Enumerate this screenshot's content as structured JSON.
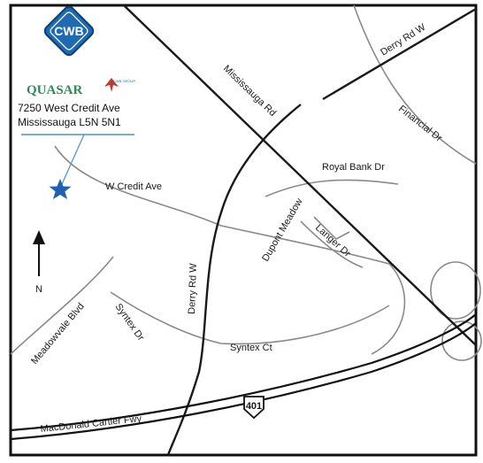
{
  "logos": {
    "cwb": "CWB",
    "quasar": "QUASAR",
    "small_logo": "CWB GROUP"
  },
  "address": {
    "line1": "7250 West Credit Ave",
    "line2": "Mississauga L5N 5N1"
  },
  "north_label": "N",
  "highway_shield": "401",
  "roads": {
    "derry_rd_w_top": "Derry Rd W",
    "mississauga_rd": "Mississauga Rd",
    "financial_dr": "Financial Dr",
    "royal_bank_dr": "Royal Bank Dr",
    "w_credit_ave": "W Credit Ave",
    "dupont_meadow": "Dupont Meadow",
    "langer_dr": "Langer Dr",
    "derry_rd_w_vertical": "Derry Rd W",
    "meadowvale_blvd": "Meadowvale Blvd",
    "syntex_dr": "Syntex Dr",
    "syntex_ct": "Syntex Ct",
    "macdonald_cartier_fwy": "MacDonald Cartier Fwy"
  },
  "colors": {
    "cwb_blue": "#1f6ab0",
    "quasar_green": "#2e8b57",
    "star_blue": "#2060b0",
    "highway_black": "#111111"
  }
}
